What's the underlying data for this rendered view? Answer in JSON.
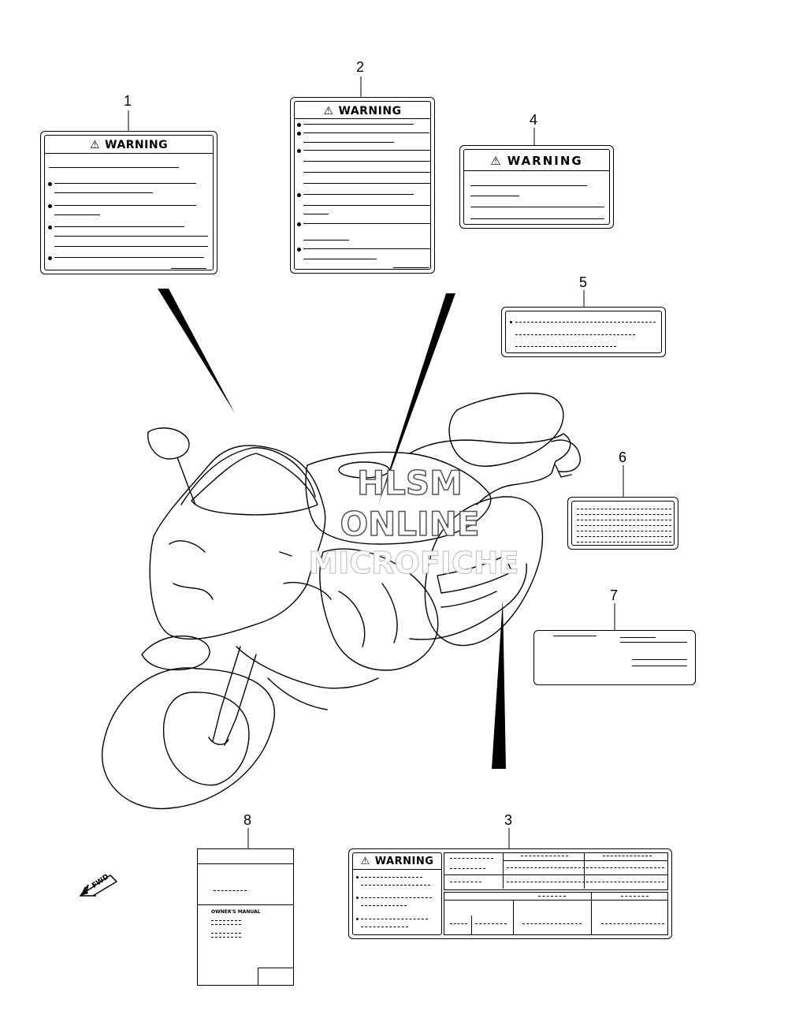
{
  "callouts": [
    "1",
    "2",
    "3",
    "4",
    "5",
    "6",
    "7",
    "8"
  ],
  "warning_text": "WARNING",
  "warning_icon": "warning-triangle-icon",
  "fwd_text": "FWD",
  "manual_title": "OWNER'S MANUAL",
  "watermark": {
    "line1": "HLSM",
    "line2": "ONLINE",
    "line3": "MICROFICHE"
  }
}
